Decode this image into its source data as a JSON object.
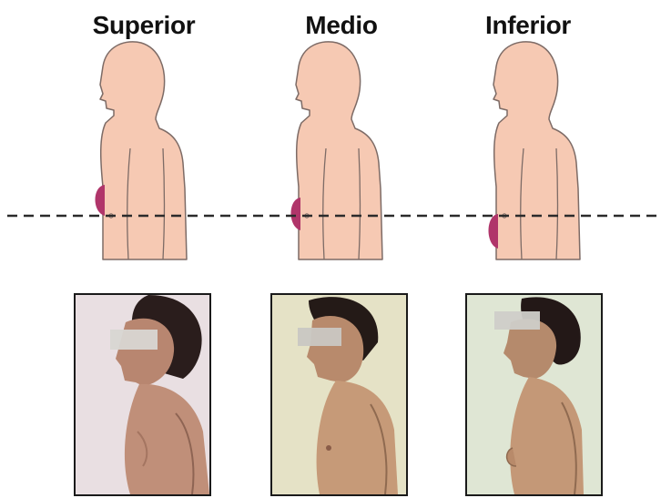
{
  "columns": [
    {
      "label": "Superior"
    },
    {
      "label": "Medio"
    },
    {
      "label": "Inferior"
    }
  ],
  "colors": {
    "skin": "#f6c9b3",
    "outline": "#7d6b66",
    "breast": "#b0356a",
    "dashed_line": "#2b2b2b"
  },
  "icons": {
    "figure": "child-silhouette-side-view",
    "photo": "patient-side-profile-photo"
  }
}
